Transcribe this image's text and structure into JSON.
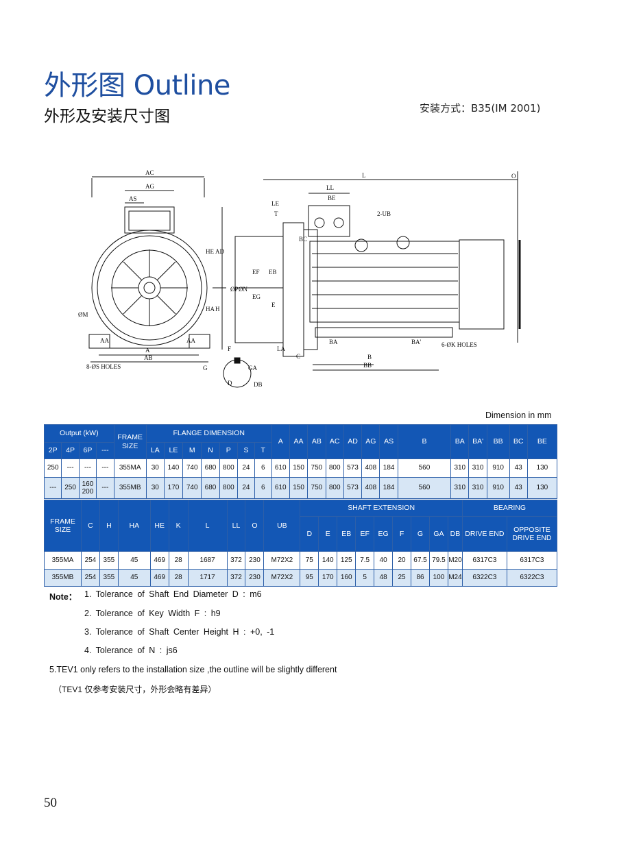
{
  "header": {
    "title": "外形图 Outline",
    "subtitle": "外形及安装尺寸图",
    "mounting": "安装方式：B35(IM 2001)"
  },
  "drawing": {
    "labels": [
      "AC",
      "AG",
      "AS",
      "HE",
      "AD",
      "ØM",
      "HA",
      "H",
      "A",
      "AB",
      "AA",
      "8-ØS HOLES",
      "F",
      "G",
      "GA",
      "D",
      "DB",
      "L",
      "LL",
      "BE",
      "LE",
      "T",
      "2-UB",
      "BC",
      "ØP",
      "ØN",
      "EF",
      "EB",
      "EG",
      "E",
      "LA",
      "C",
      "BA",
      "B",
      "BB",
      "BA'",
      "6-ØK HOLES",
      "O"
    ]
  },
  "dimension_unit": "Dimension  in  mm",
  "table1": {
    "h_output": "Output (kW)",
    "h_frame": "FRAME SIZE",
    "h_flange": "FLANGE DIMENSION",
    "poles": [
      "2P",
      "4P",
      "6P",
      "---"
    ],
    "flange_cols": [
      "LA",
      "LE",
      "M",
      "N",
      "P",
      "S",
      "T"
    ],
    "other_cols": [
      "A",
      "AA",
      "AB",
      "AC",
      "AD",
      "AG",
      "AS",
      "B",
      "BA",
      "BA'",
      "BB",
      "BC",
      "BE"
    ],
    "rows": [
      {
        "p2": "250",
        "p4": "---",
        "p6": "---",
        "p8": "---",
        "frame": "355MA",
        "vals": [
          "30",
          "140",
          "740",
          "680",
          "800",
          "24",
          "6",
          "610",
          "150",
          "750",
          "800",
          "573",
          "408",
          "184",
          "560",
          "310",
          "310",
          "910",
          "43",
          "130"
        ]
      },
      {
        "p2": "---",
        "p4": "250",
        "p6": "160\n200",
        "p8": "---",
        "frame": "355MB",
        "vals": [
          "30",
          "170",
          "740",
          "680",
          "800",
          "24",
          "6",
          "610",
          "150",
          "750",
          "800",
          "573",
          "408",
          "184",
          "560",
          "310",
          "310",
          "910",
          "43",
          "130"
        ]
      }
    ]
  },
  "table2": {
    "h_frame": "FRAME SIZE",
    "cols_a": [
      "C",
      "H",
      "HA",
      "HE",
      "K",
      "L",
      "LL",
      "O",
      "UB"
    ],
    "h_shaft": "SHAFT EXTENSION",
    "shaft_cols": [
      "D",
      "E",
      "EB",
      "EF",
      "EG",
      "F",
      "G",
      "GA",
      "DB"
    ],
    "h_bearing": "BEARING",
    "bearing_cols": [
      "DRIVE END",
      "OPPOSITE DRIVE END"
    ],
    "rows": [
      {
        "frame": "355MA",
        "vals": [
          "254",
          "355",
          "45",
          "469",
          "28",
          "1687",
          "372",
          "230",
          "M72X2",
          "75",
          "140",
          "125",
          "7.5",
          "40",
          "20",
          "67.5",
          "79.5",
          "M20",
          "6317C3",
          "6317C3"
        ]
      },
      {
        "frame": "355MB",
        "vals": [
          "254",
          "355",
          "45",
          "469",
          "28",
          "1717",
          "372",
          "230",
          "M72X2",
          "95",
          "170",
          "160",
          "5",
          "48",
          "25",
          "86",
          "100",
          "M24",
          "6322C3",
          "6322C3"
        ]
      }
    ]
  },
  "notes": {
    "label": "Note：",
    "n1": "1. Tolerance  of  Shaft  End  Diameter  D : m6",
    "n2": "2. Tolerance  of  Key  Width  F : h9",
    "n3": "3. Tolerance  of  Shaft  Center  Height  H : +0,  -1",
    "n4": "4. Tolerance  of  N : js6",
    "n5": "5.TEV1 only refers  to the installation size ,the outline will be slightly different",
    "n6": "（TEV1 仅参考安装尺寸，外形会略有差异）"
  },
  "page_number": "50"
}
